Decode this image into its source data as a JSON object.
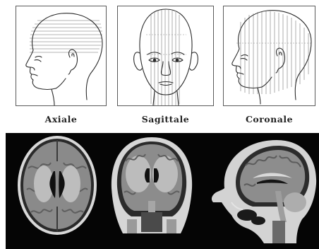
{
  "captions": {
    "axial": "Axiale",
    "sagittal": "Sagittale",
    "coronal": "Coronale"
  },
  "colors": {
    "line_art": "#2a2a2a",
    "guide_lines": "#8a8a8a",
    "mri_background": "#050505"
  }
}
